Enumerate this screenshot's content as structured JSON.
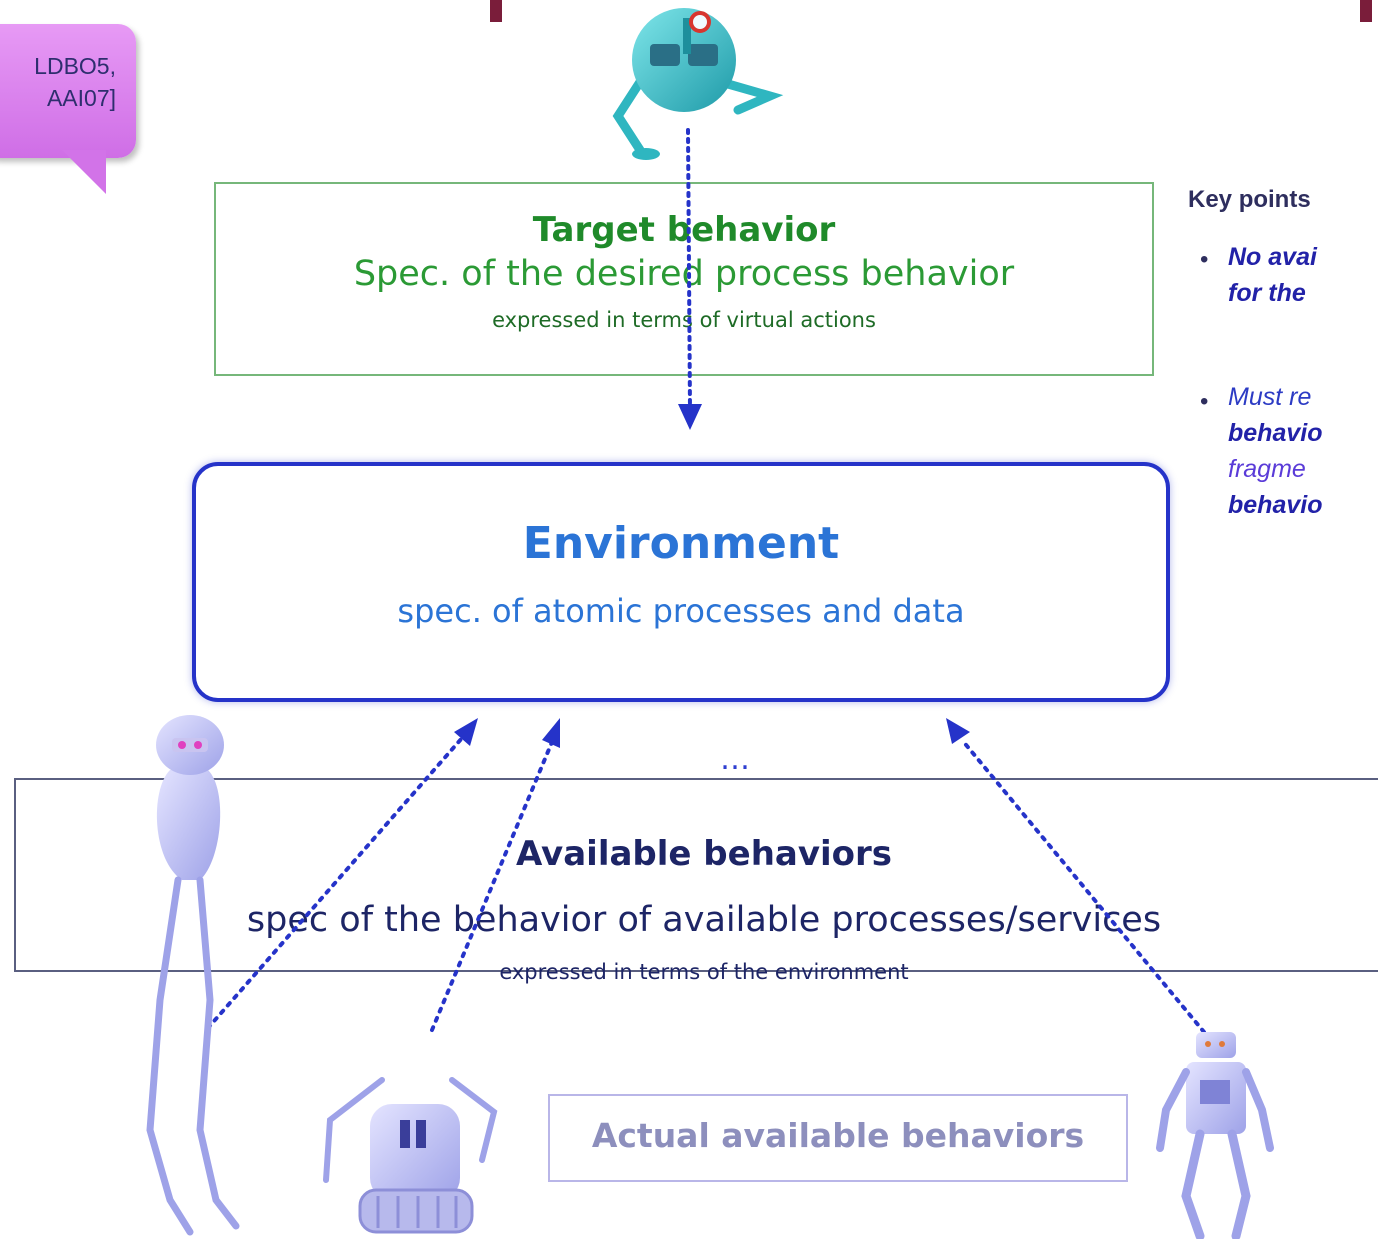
{
  "citation": {
    "line1": "LDBO5,",
    "line2": "AAI07]"
  },
  "target": {
    "title": "Target behavior",
    "subtitle": "Spec. of the desired process behavior",
    "note": "expressed in terms of virtual actions"
  },
  "environment": {
    "title": "Environment",
    "subtitle": "spec. of atomic processes and data"
  },
  "ellipsis": "…",
  "available": {
    "title": "Available behaviors",
    "subtitle": "spec of the behavior of available processes/services",
    "note": "expressed in terms of the environment"
  },
  "actual": {
    "label": "Actual available behaviors"
  },
  "key_points": {
    "heading": "Key points",
    "items": [
      {
        "line1": "No avai",
        "line2": "for the"
      },
      {
        "line1": "Must re",
        "line2": "behavio",
        "line3": "fragme",
        "line4": "behavio"
      }
    ]
  },
  "icons": [
    "target-robot-icon",
    "robot-1-icon",
    "robot-2-icon",
    "robot-3-icon"
  ],
  "colors": {
    "target": "#2b9a35",
    "environment": "#2b74d6",
    "available": "#1d2566",
    "arrows": "#2533c9",
    "bubble": "#d873ec"
  }
}
